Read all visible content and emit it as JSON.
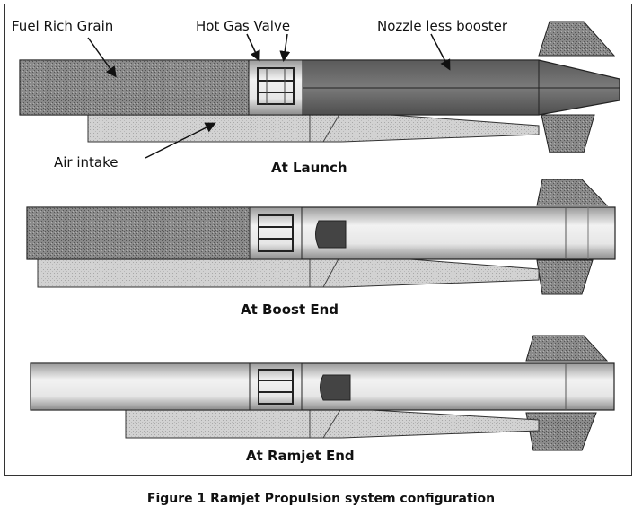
{
  "labels": {
    "fuel_rich_grain": "Fuel Rich Grain",
    "hot_gas_valve": "Hot Gas Valve",
    "nozzle_less_booster": "Nozzle less booster",
    "air_intake": "Air intake"
  },
  "stages": {
    "launch": "At Launch",
    "boost_end": "At Boost End",
    "ramjet_end": "At Ramjet End"
  },
  "caption": "Figure 1 Ramjet Propulsion system configuration"
}
